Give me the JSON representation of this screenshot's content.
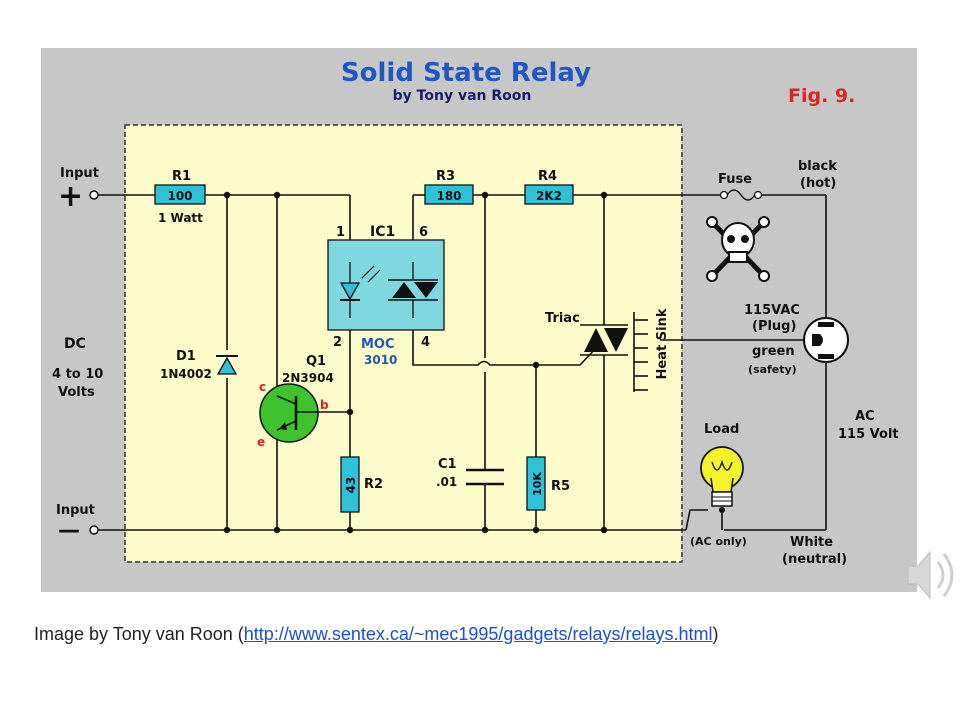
{
  "diagram": {
    "title": "Solid State Relay",
    "subtitle": "by Tony van Roon",
    "fig": "Fig. 9.",
    "input_top": "Input",
    "plus": "+",
    "input_bottom": "Input",
    "minus": "—",
    "dc": "DC",
    "dc_range1": "4 to 10",
    "dc_range2": "Volts",
    "r1_label": "R1",
    "r1_value": "100",
    "r1_rating": "1 Watt",
    "d1_label": "D1",
    "d1_part": "1N4002",
    "q1_label": "Q1",
    "q1_part": "2N3904",
    "pin_c": "c",
    "pin_b": "b",
    "pin_e": "e",
    "r2_label": "R2",
    "r2_value": "43",
    "ic1_label": "IC1",
    "ic_pin1": "1",
    "ic_pin2": "2",
    "ic_pin4": "4",
    "ic_pin6": "6",
    "moc1": "MOC",
    "moc2": "3010",
    "r3_label": "R3",
    "r3_value": "180",
    "r4_label": "R4",
    "r4_value": "2K2",
    "c1_label": "C1",
    "c1_value": ".01",
    "r5_label": "R5",
    "r5_value": "10K",
    "triac": "Triac",
    "heat_sink": "Heat Sink",
    "fuse": "Fuse",
    "black1": "black",
    "black2": "(hot)",
    "plug1": "115VAC",
    "plug2": "(Plug)",
    "green": "green",
    "safety": "(safety)",
    "load": "Load",
    "ac_only": "(AC only)",
    "white1": "White",
    "white2": "(neutral)",
    "ac1": "AC",
    "ac2": "115 Volt"
  },
  "caption": {
    "prefix": "Image by Tony van Roon (",
    "link": "http://www.sentex.ca/~mec1995/gadgets/relays/relays.html",
    "suffix": ")"
  },
  "colors": {
    "panel": "#c7c7c7",
    "board": "#fdfbc9",
    "title": "#1f58c2",
    "fig": "#d9271e",
    "resistor": "#2fc1d9",
    "ic": "#7fd8e0",
    "transistor": "#3ec22e",
    "bulb": "#f4f229"
  }
}
